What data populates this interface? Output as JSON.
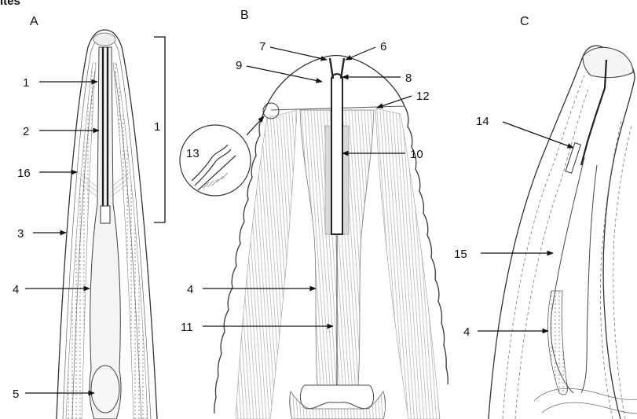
{
  "panels": {
    "a": {
      "label": "A"
    },
    "b": {
      "label": "B"
    },
    "c": {
      "label": "C"
    }
  },
  "top_fragment": "ites",
  "labels": {
    "a1": "1",
    "a2": "2",
    "a16": "16",
    "a3": "3",
    "a4": "4",
    "a5": "5",
    "bracket1": "1",
    "b7": "7",
    "b6": "6",
    "b9": "9",
    "b8": "8",
    "b12": "12",
    "b13": "13",
    "b10": "10",
    "b4": "4",
    "b11": "11",
    "c14": "14",
    "c15": "15",
    "c4": "4"
  }
}
